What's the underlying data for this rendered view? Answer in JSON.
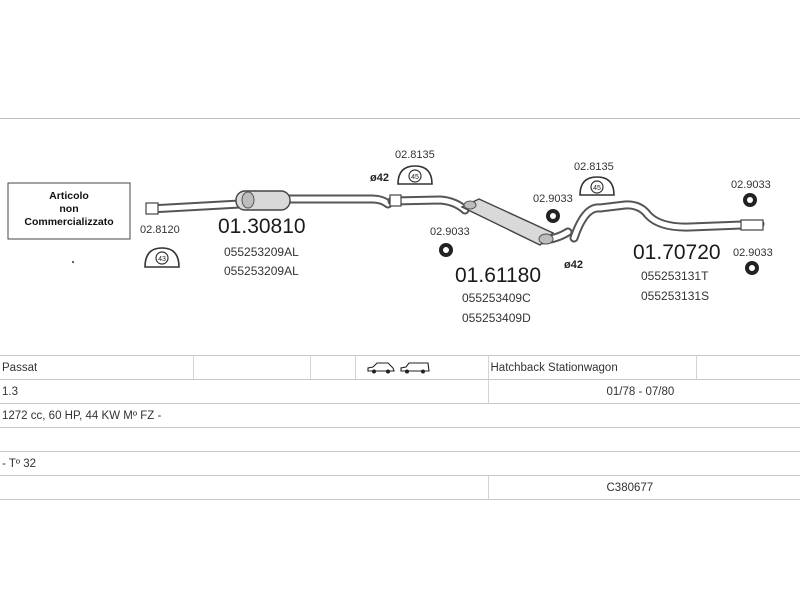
{
  "not_sold_box": {
    "line1": "Articolo",
    "line2": "non",
    "line3": "Commercializzato"
  },
  "parts": {
    "clamp_front": "02.8120",
    "front_pipe": {
      "number": "01.30810",
      "oe1": "055253209AL",
      "oe2": "055253209AL"
    },
    "mount_center": "02.8135",
    "pipe_diameter_1": "ø42",
    "center_muffler": {
      "number": "01.61180",
      "oe1": "055253409C",
      "oe2": "055253409D"
    },
    "clamp_center": "02.9033",
    "mount_rear": "02.8135",
    "clamp_rear_a": "02.9033",
    "pipe_diameter_2": "ø42",
    "rear_muffler": {
      "number": "01.70720",
      "oe1": "055253131T",
      "oe2": "055253131S"
    },
    "clamp_rear_b": "02.9033",
    "clamp_rear_c": "02.9033",
    "mount_label_center": "45",
    "mount_label_rear": "45",
    "clamp_label_front": "43"
  },
  "spec_table": {
    "model": "Passat",
    "body_types": "Hatchback Stationwagon",
    "engine": "1.3",
    "years": "01/78 - 07/80",
    "details": "1272 cc, 60 HP, 44 KW Mº FZ -",
    "type": "- Tº 32",
    "code": "C380677"
  },
  "icons": [
    "hatchback-car-icon",
    "stationwagon-car-icon"
  ]
}
